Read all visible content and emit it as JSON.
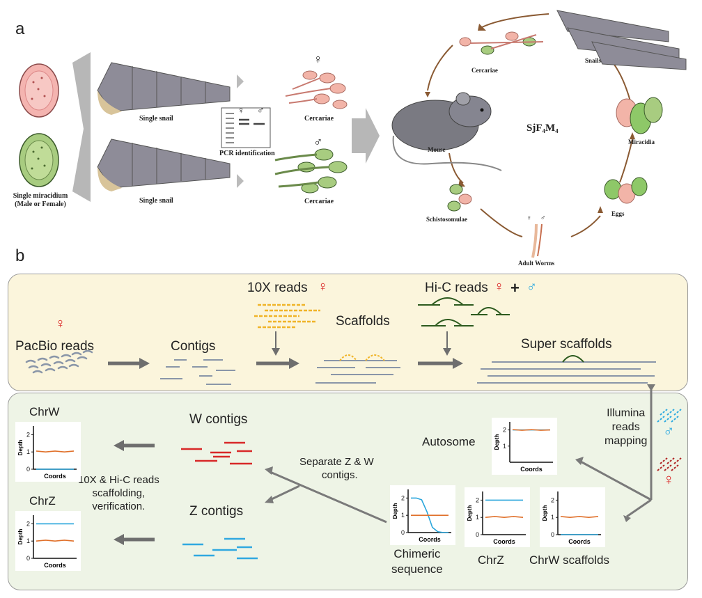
{
  "panel_a": {
    "letter": "a",
    "miracidium_label_line1": "Single miracidium",
    "miracidium_label_line2": "(Male or Female)",
    "snail_top_label": "Single snail",
    "snail_bottom_label": "Single snail",
    "pcr_label": "PCR identification",
    "female_symbol": "♀",
    "male_symbol": "♂",
    "cercariae_top_label": "Cercariae",
    "cercariae_bottom_label": "Cercariae",
    "lifecycle": {
      "center_label": "SjF₄M₄",
      "stages": [
        "Cercariae",
        "Snails",
        "Miracidia",
        "Eggs",
        "Adult Worms",
        "Schistosomulae",
        "Mouse"
      ]
    }
  },
  "panel_b": {
    "letter": "b",
    "top": {
      "pacbio_label": "PacBio reads",
      "contigs_label": "Contigs",
      "tenx_label": "10X reads",
      "scaffolds_label": "Scaffolds",
      "hic_label": "Hi-C reads",
      "plus": "+",
      "super_scaffolds_label": "Super scaffolds",
      "female_symbol": "♀",
      "male_symbol": "♂"
    },
    "bottom": {
      "illumina_line1": "Illumina",
      "illumina_line2": "reads",
      "illumina_line3": "mapping",
      "w_contigs_label": "W contigs",
      "z_contigs_label": "Z contigs",
      "separate_line1": "Separate Z &amp; W",
      "separate_line2": "contigs.",
      "scaffolding_line1": "10X &amp; Hi-C reads",
      "scaffolding_line2": "scaffolding,",
      "scaffolding_line3": "verification.",
      "autosome_label": "Autosome",
      "chimeric_line1": "Chimeric",
      "chimeric_line2": "sequence",
      "chrz_mid_label": "ChrZ",
      "chrw_scaffolds_label": "ChrW scaffolds",
      "chrw_title": "ChrW",
      "chrz_title": "ChrZ"
    }
  },
  "colors": {
    "female": "#d92020",
    "male": "#29a8e0",
    "orange_line": "#e0702a",
    "blue_line": "#2aa6dc",
    "arrow_gray": "#6e6e6e",
    "lifecycle_arrow": "#8a5a33",
    "tenx_yellow": "#f0b428",
    "hic_green": "#2d5a1e",
    "w_red": "#d82828",
    "z_blue": "#30a8e0"
  },
  "chart_data": [
    {
      "type": "line",
      "title": "ChrW",
      "xlabel": "Coords",
      "ylabel": "Depth",
      "ylim": [
        0,
        2.5
      ],
      "yticks": [
        "0",
        "1",
        "2"
      ],
      "series": [
        {
          "name": "female",
          "color": "#e0702a",
          "values": [
            1.05,
            1.0,
            1.05,
            1.0,
            1.05
          ]
        },
        {
          "name": "male",
          "color": "#2aa6dc",
          "values": [
            0.0,
            0.0,
            0.0,
            0.0,
            0.0
          ]
        }
      ]
    },
    {
      "type": "line",
      "title": "ChrZ",
      "xlabel": "Coords",
      "ylabel": "Depth",
      "ylim": [
        0,
        2.5
      ],
      "yticks": [
        "0",
        "1",
        "2"
      ],
      "series": [
        {
          "name": "male",
          "color": "#2aa6dc",
          "values": [
            2.0,
            2.0,
            2.0,
            2.0,
            2.0
          ]
        },
        {
          "name": "female",
          "color": "#e0702a",
          "values": [
            1.0,
            1.05,
            1.0,
            1.05,
            1.0
          ]
        }
      ]
    },
    {
      "type": "line",
      "title": "Autosome",
      "xlabel": "Coords",
      "ylabel": "Depth",
      "ylim": [
        0,
        2.5
      ],
      "yticks": [
        "1",
        "2"
      ],
      "series": [
        {
          "name": "male",
          "color": "#2aa6dc",
          "values": [
            2.0,
            2.0,
            2.0,
            2.0,
            2.0
          ]
        },
        {
          "name": "female",
          "color": "#e0702a",
          "values": [
            2.02,
            1.98,
            2.02,
            1.98,
            2.0
          ]
        }
      ]
    },
    {
      "type": "line",
      "title": "Chimeric sequence",
      "xlabel": "Coords",
      "ylabel": "Depth",
      "ylim": [
        0,
        2.5
      ],
      "yticks": [
        "0",
        "1",
        "2"
      ],
      "series": [
        {
          "name": "male",
          "color": "#2aa6dc",
          "values": [
            2.0,
            2.0,
            1.9,
            1.2,
            0.3,
            0.05,
            0.0,
            0.0
          ]
        },
        {
          "name": "female",
          "color": "#e0702a",
          "values": [
            1.0,
            1.0,
            1.0,
            1.0,
            1.0,
            1.0,
            1.0,
            1.0
          ]
        }
      ]
    },
    {
      "type": "line",
      "title": "ChrZ",
      "xlabel": "Coords",
      "ylabel": "Depth",
      "ylim": [
        0,
        2.5
      ],
      "yticks": [
        "0",
        "1",
        "2"
      ],
      "series": [
        {
          "name": "male",
          "color": "#2aa6dc",
          "values": [
            2.0,
            2.0,
            2.0,
            2.0,
            2.0
          ]
        },
        {
          "name": "female",
          "color": "#e0702a",
          "values": [
            1.0,
            1.05,
            1.0,
            1.05,
            1.0
          ]
        }
      ]
    },
    {
      "type": "line",
      "title": "ChrW scaffolds",
      "xlabel": "Coords",
      "ylabel": "Depth",
      "ylim": [
        0,
        2.5
      ],
      "yticks": [
        "0",
        "1",
        "2"
      ],
      "series": [
        {
          "name": "female",
          "color": "#e0702a",
          "values": [
            1.05,
            1.0,
            1.05,
            1.0,
            1.05
          ]
        },
        {
          "name": "male",
          "color": "#2aa6dc",
          "values": [
            0.0,
            0.0,
            0.0,
            0.0,
            0.0
          ]
        }
      ]
    }
  ]
}
